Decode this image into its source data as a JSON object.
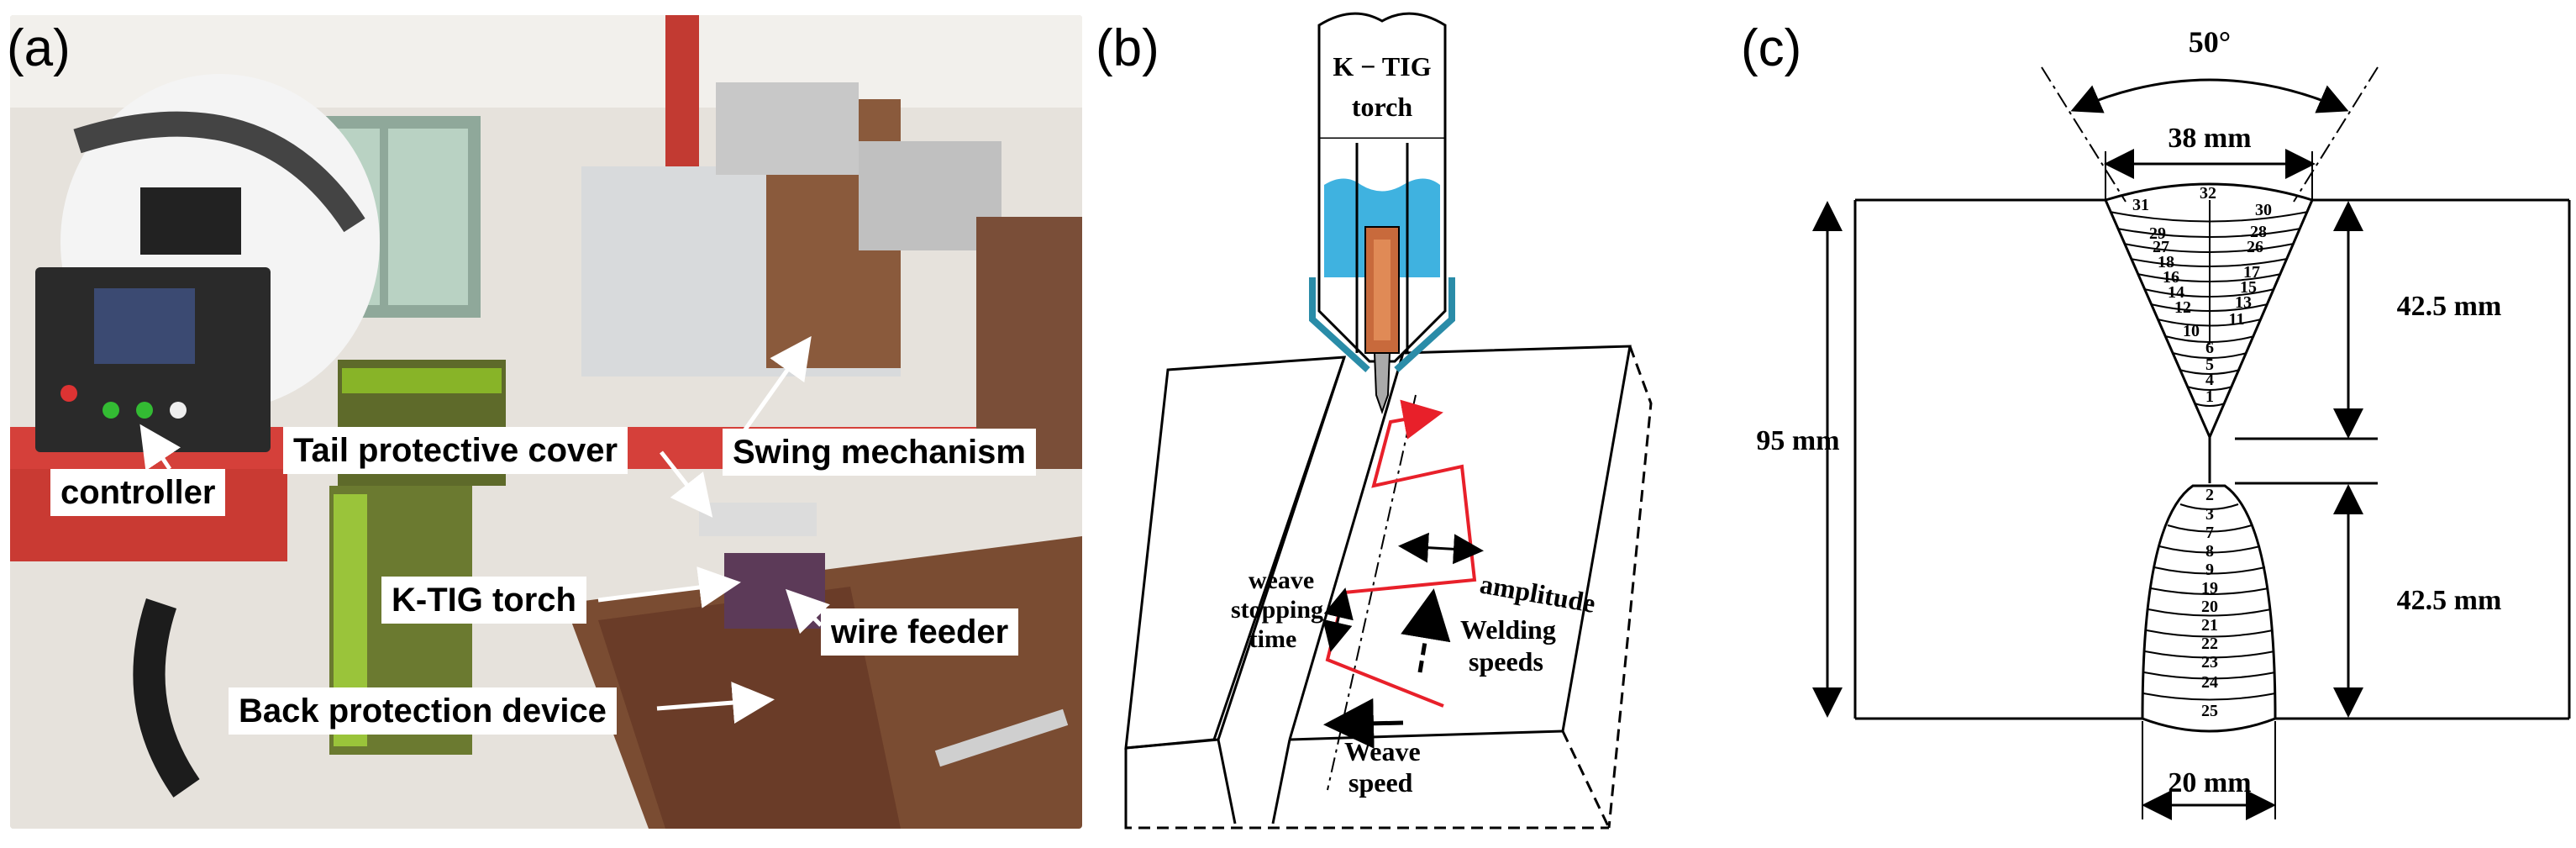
{
  "panels": {
    "a": {
      "label": "(a)",
      "callouts": {
        "controller": "controller",
        "tail_cover": "Tail protective cover",
        "swing": "Swing mechanism",
        "torch": "K-TIG torch",
        "wire_feeder": "wire feeder",
        "back_protection": "Back protection device"
      }
    },
    "b": {
      "label": "(b)",
      "torch_line1": "K − TIG",
      "torch_line2": "torch",
      "amplitude": "amplitude",
      "weave_stop_1": "weave",
      "weave_stop_2": "stopping",
      "weave_stop_3": "time",
      "welding_1": "Welding",
      "welding_2": "speeds",
      "weave_speed_1": "Weave",
      "weave_speed_2": "speed"
    },
    "c": {
      "label": "(c)",
      "angle": "50°",
      "top_width": "38 mm",
      "bottom_width": "20 mm",
      "thickness": "95 mm",
      "upper_depth": "42.5 mm",
      "lower_depth": "42.5 mm",
      "upper_passes": [
        "1",
        "4",
        "5",
        "6",
        "10",
        "11",
        "12",
        "13",
        "14",
        "15",
        "16",
        "17",
        "18",
        "26",
        "27",
        "28",
        "29",
        "30",
        "31",
        "32"
      ],
      "lower_passes": [
        "2",
        "3",
        "7",
        "8",
        "9",
        "19",
        "20",
        "21",
        "22",
        "23",
        "24",
        "25"
      ]
    }
  },
  "colors": {
    "weave_path": "#e8202a",
    "water": "#3fb2e0",
    "nozzle": "#2a8ca8",
    "electrode": "#c86a3c"
  }
}
